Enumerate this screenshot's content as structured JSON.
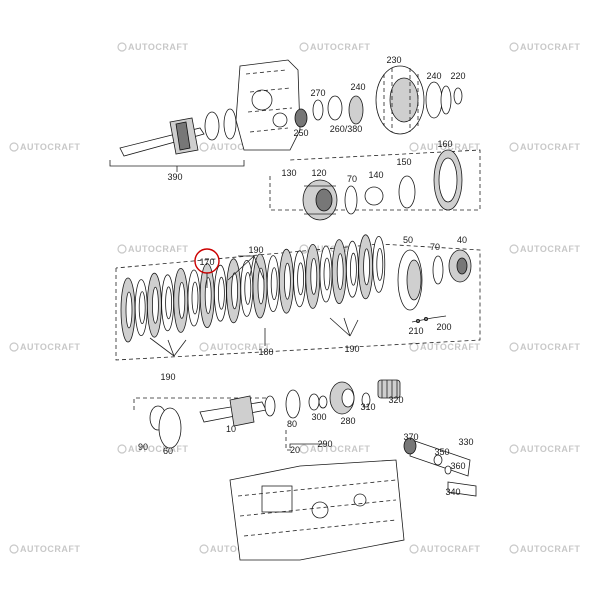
{
  "watermark": "AUTOCRAFT",
  "highlight_color": "#cc0000",
  "callouts": {
    "c390": "390",
    "c250": "250",
    "c270": "270",
    "c260_380": "260/380",
    "c240a": "240",
    "c230": "230",
    "c240b": "240",
    "c220": "220",
    "c130": "130",
    "c120": "120",
    "c70a": "70",
    "c140": "140",
    "c150": "150",
    "c160": "160",
    "c170": "170",
    "c190a": "190",
    "c50": "50",
    "c70b": "70",
    "c40": "40",
    "c210": "210",
    "c200": "200",
    "c180": "180",
    "c190b": "190",
    "c190c": "190",
    "c300": "300",
    "c310": "310",
    "c320": "320",
    "c280": "280",
    "c290": "290",
    "c10": "10",
    "c80": "80",
    "c20": "20",
    "c90": "90",
    "c60": "60",
    "c330": "330",
    "c370": "370",
    "c350": "350",
    "c360": "360",
    "c340": "340"
  }
}
